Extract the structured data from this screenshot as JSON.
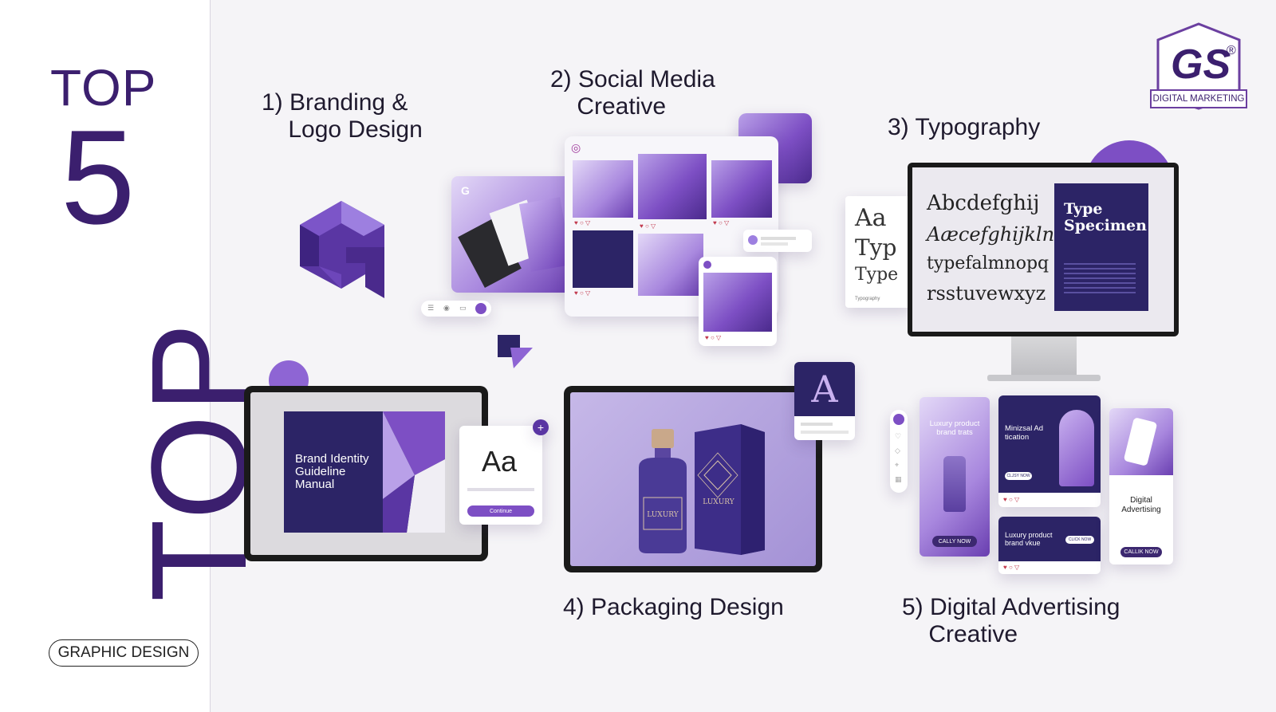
{
  "left": {
    "top_word": "TOP",
    "number": "5",
    "vertical_word": "TOP",
    "pill_label": "GRAPHIC DESIGN"
  },
  "brand": {
    "monogram": "GS",
    "registered": "®",
    "caption": "DIGITAL MARKETING"
  },
  "headings": {
    "branding": "1) Branding &\n    Logo Design",
    "social": "2) Social Media\n    Creative",
    "typography": "3) Typography",
    "packaging": "4) Packaging Design",
    "advertising": "5) Digital Advertising\n    Creative"
  },
  "typography": {
    "specimen_lines": [
      "Abcdefghij",
      "Aæcefghijkln",
      "typefalmnopq",
      "rsstuvewxyz"
    ],
    "book_title": "Type Specimen",
    "side_card_lines": [
      "Aa",
      "Typ",
      "Type"
    ],
    "side_card_label": "Typography"
  },
  "branding_tablet": {
    "book_title": "Brand Identity Guideline Manual",
    "aa_label": "Aa",
    "continue_label": "Continue"
  },
  "packaging": {
    "bottle_label": "LUXURY",
    "box_label": "LUXURY",
    "corner_glyph": "A"
  },
  "ads": {
    "card1_title": "Luxury product brand trats",
    "card1_button": "CALLY NOW",
    "card2_title": "Minizsal Ad tication",
    "card2_button": "CLJSY NOW",
    "card3_title": "Luxury product brand vkue",
    "card3_button": "CLICK NOW",
    "card4_title": "Digital Advertising",
    "card4_button": "CALLIK NOW"
  },
  "colors": {
    "accent_dark": "#3b1f6e",
    "accent": "#7d4fc4",
    "accent_light": "#b9a0e8",
    "navy": "#2c2466"
  }
}
